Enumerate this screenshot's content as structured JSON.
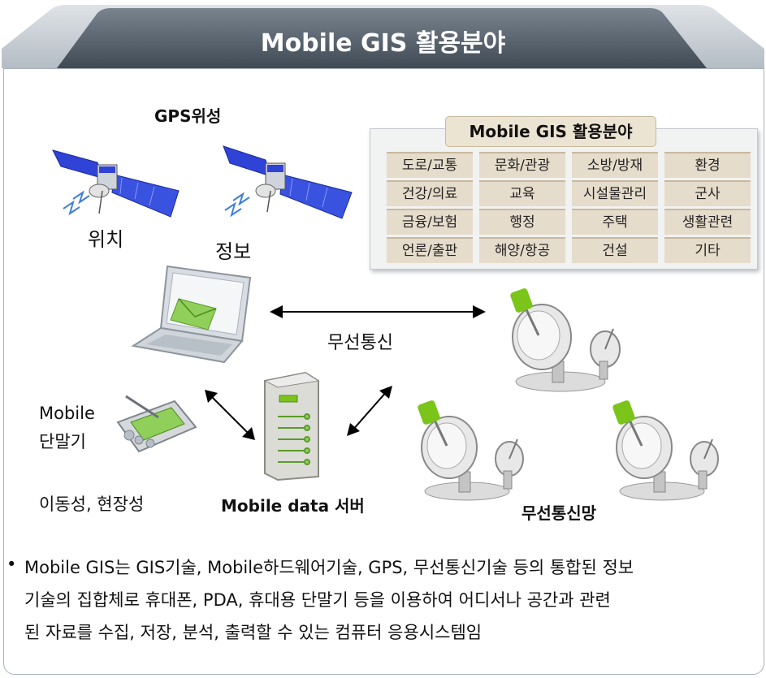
{
  "header": {
    "title": "Mobile GIS 활용분야"
  },
  "box": {
    "title": "Mobile GIS 활용분야",
    "cells": [
      [
        "도로/교통",
        "문화/관광",
        "소방/방재",
        "환경"
      ],
      [
        "건강/의료",
        "교육",
        "시설물관리",
        "군사"
      ],
      [
        "금융/보험",
        "행정",
        "주택",
        "생활관련"
      ],
      [
        "언론/출판",
        "해양/항공",
        "건설",
        "기타"
      ]
    ]
  },
  "labels": {
    "gps": "GPS위성",
    "position": "위치",
    "info": "정보",
    "wireless": "무선통신",
    "mobile_line1": "Mobile",
    "mobile_line2": "단말기",
    "mobility": "이동성, 현장성",
    "server": "Mobile data 서버",
    "network": "무선통신망"
  },
  "footer": {
    "bullet": "•",
    "line1": "Mobile GIS는 GIS기술, Mobile하드웨어기술, GPS, 무선통신기술 등의 통합된 정보",
    "line2": "기술의 집합체로 휴대폰, PDA, 휴대용 단말기 등을 이용하여 어디서나 공간과 관련",
    "line3": "된 자료를 수집, 저장, 분석, 출력할 수 있는 컴퓨터 응용시스템임"
  },
  "colors": {
    "header_dark": "#4a5560",
    "header_light": "#c6ccd3",
    "grid_bg": "#e6dccb",
    "satellite_blue": "#2f43d6",
    "dish_green": "#7bc41a"
  }
}
